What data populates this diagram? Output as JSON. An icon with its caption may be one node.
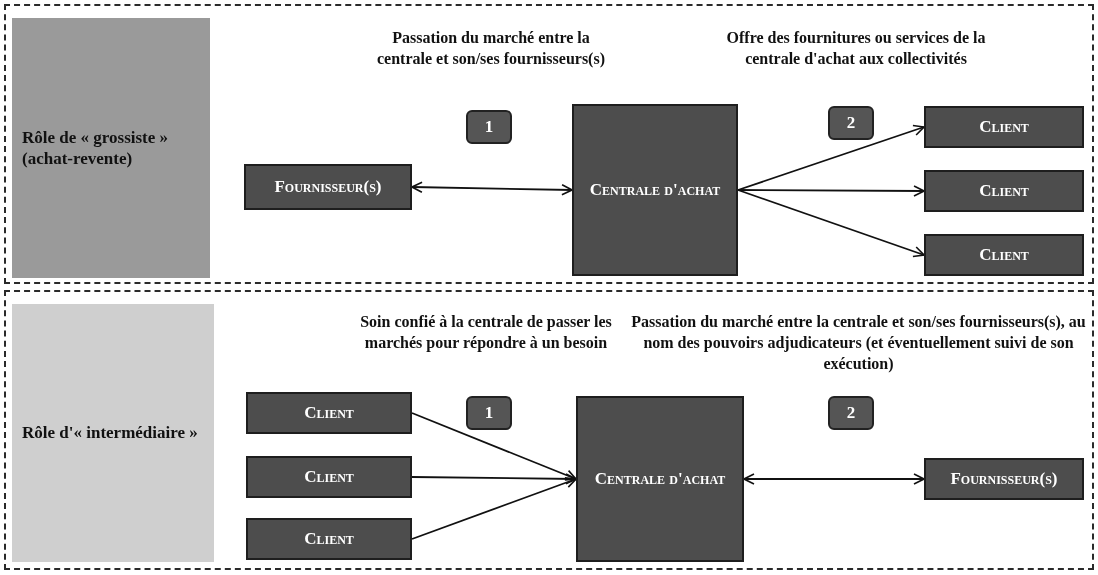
{
  "diagram": {
    "nodes": [
      {
        "text": [],
        "shape": "box"
      },
      {
        "text": [
          "Rôle de « grossiste » (achat-revente)"
        ],
        "in": 0
      },
      {
        "text": [
          "Fournisseur(s)"
        ],
        "in": 0
      },
      {
        "text": [
          "Centrale d'achat"
        ],
        "in": 0
      },
      {
        "text": [
          "Client"
        ],
        "in": 0
      },
      {
        "text": [
          "Client"
        ],
        "in": 0
      },
      {
        "text": [
          "Client"
        ],
        "in": 0
      },
      {
        "text": [],
        "shape": "box"
      },
      {
        "text": [
          "Rôle d'« intermédiaire »"
        ],
        "in": 7
      },
      {
        "text": [
          "Client"
        ],
        "in": 7
      },
      {
        "text": [
          "Client"
        ],
        "in": 7
      },
      {
        "text": [
          "Client"
        ],
        "in": 7
      },
      {
        "text": [
          "Centrale d'achat"
        ],
        "in": 7
      },
      {
        "text": [
          "Fournisseur(s)"
        ],
        "in": 7
      }
    ],
    "edges": [
      {
        "from": 2,
        "to": 3,
        "arrow": "both"
      },
      {
        "from": 3,
        "to": 4,
        "arrow": "to"
      },
      {
        "from": 3,
        "to": 5,
        "arrow": "to"
      },
      {
        "from": 3,
        "to": 6,
        "arrow": "to"
      },
      {
        "from": 9,
        "to": 12,
        "arrow": "to"
      },
      {
        "from": 10,
        "to": 12,
        "arrow": "to"
      },
      {
        "from": 11,
        "to": 12,
        "arrow": "to"
      },
      {
        "from": 12,
        "to": 13,
        "arrow": "both"
      }
    ],
    "labels": [
      "Passation du marché entre la centrale et son/ses fournisseurs(s)",
      "1",
      "Offre des fournitures ou services de la centrale d'achat aux collectivités",
      "2",
      "Soin confié à la centrale de passer les marchés pour répondre à un besoin",
      "1",
      "Passation du marché entre la centrale et son/ses fournisseurs(s), au nom des pouvoirs adjudicateurs (et éventuellement suivi de son exécution)",
      "2"
    ]
  }
}
